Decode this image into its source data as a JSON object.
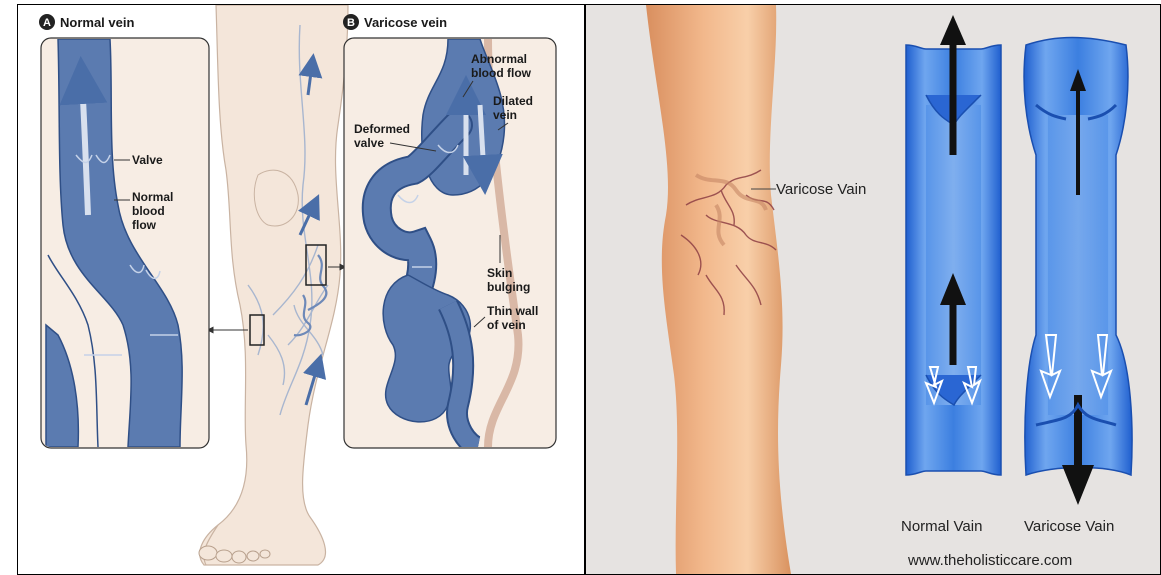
{
  "left_figure": {
    "panel_a": {
      "badge": "A",
      "title": "Normal vein"
    },
    "panel_b": {
      "badge": "B",
      "title": "Varicose vein"
    },
    "labels": {
      "valve": "Valve",
      "normal_blood_flow": [
        "Normal",
        "blood",
        "flow"
      ],
      "abnormal_blood_flow": [
        "Abnormal",
        "blood flow"
      ],
      "dilated_vein": [
        "Dilated",
        "vein"
      ],
      "deformed_valve": [
        "Deformed",
        "valve"
      ],
      "skin_bulging": [
        "Skin",
        "bulging"
      ],
      "thin_wall": [
        "Thin wall",
        "of vein"
      ]
    }
  },
  "right_figure": {
    "callout": "Varicose Vain",
    "normal_caption": "Normal Vain",
    "varicose_caption": "Varicose Vain",
    "website": "www.theholisticcare.com"
  },
  "colors": {
    "vein_blue": "#5b7bb0",
    "vein_dark": "#3f5f93",
    "skin": "#f1e3d6",
    "tube_blue": "#2e6fd8",
    "right_bg": "#e6e3e1"
  }
}
